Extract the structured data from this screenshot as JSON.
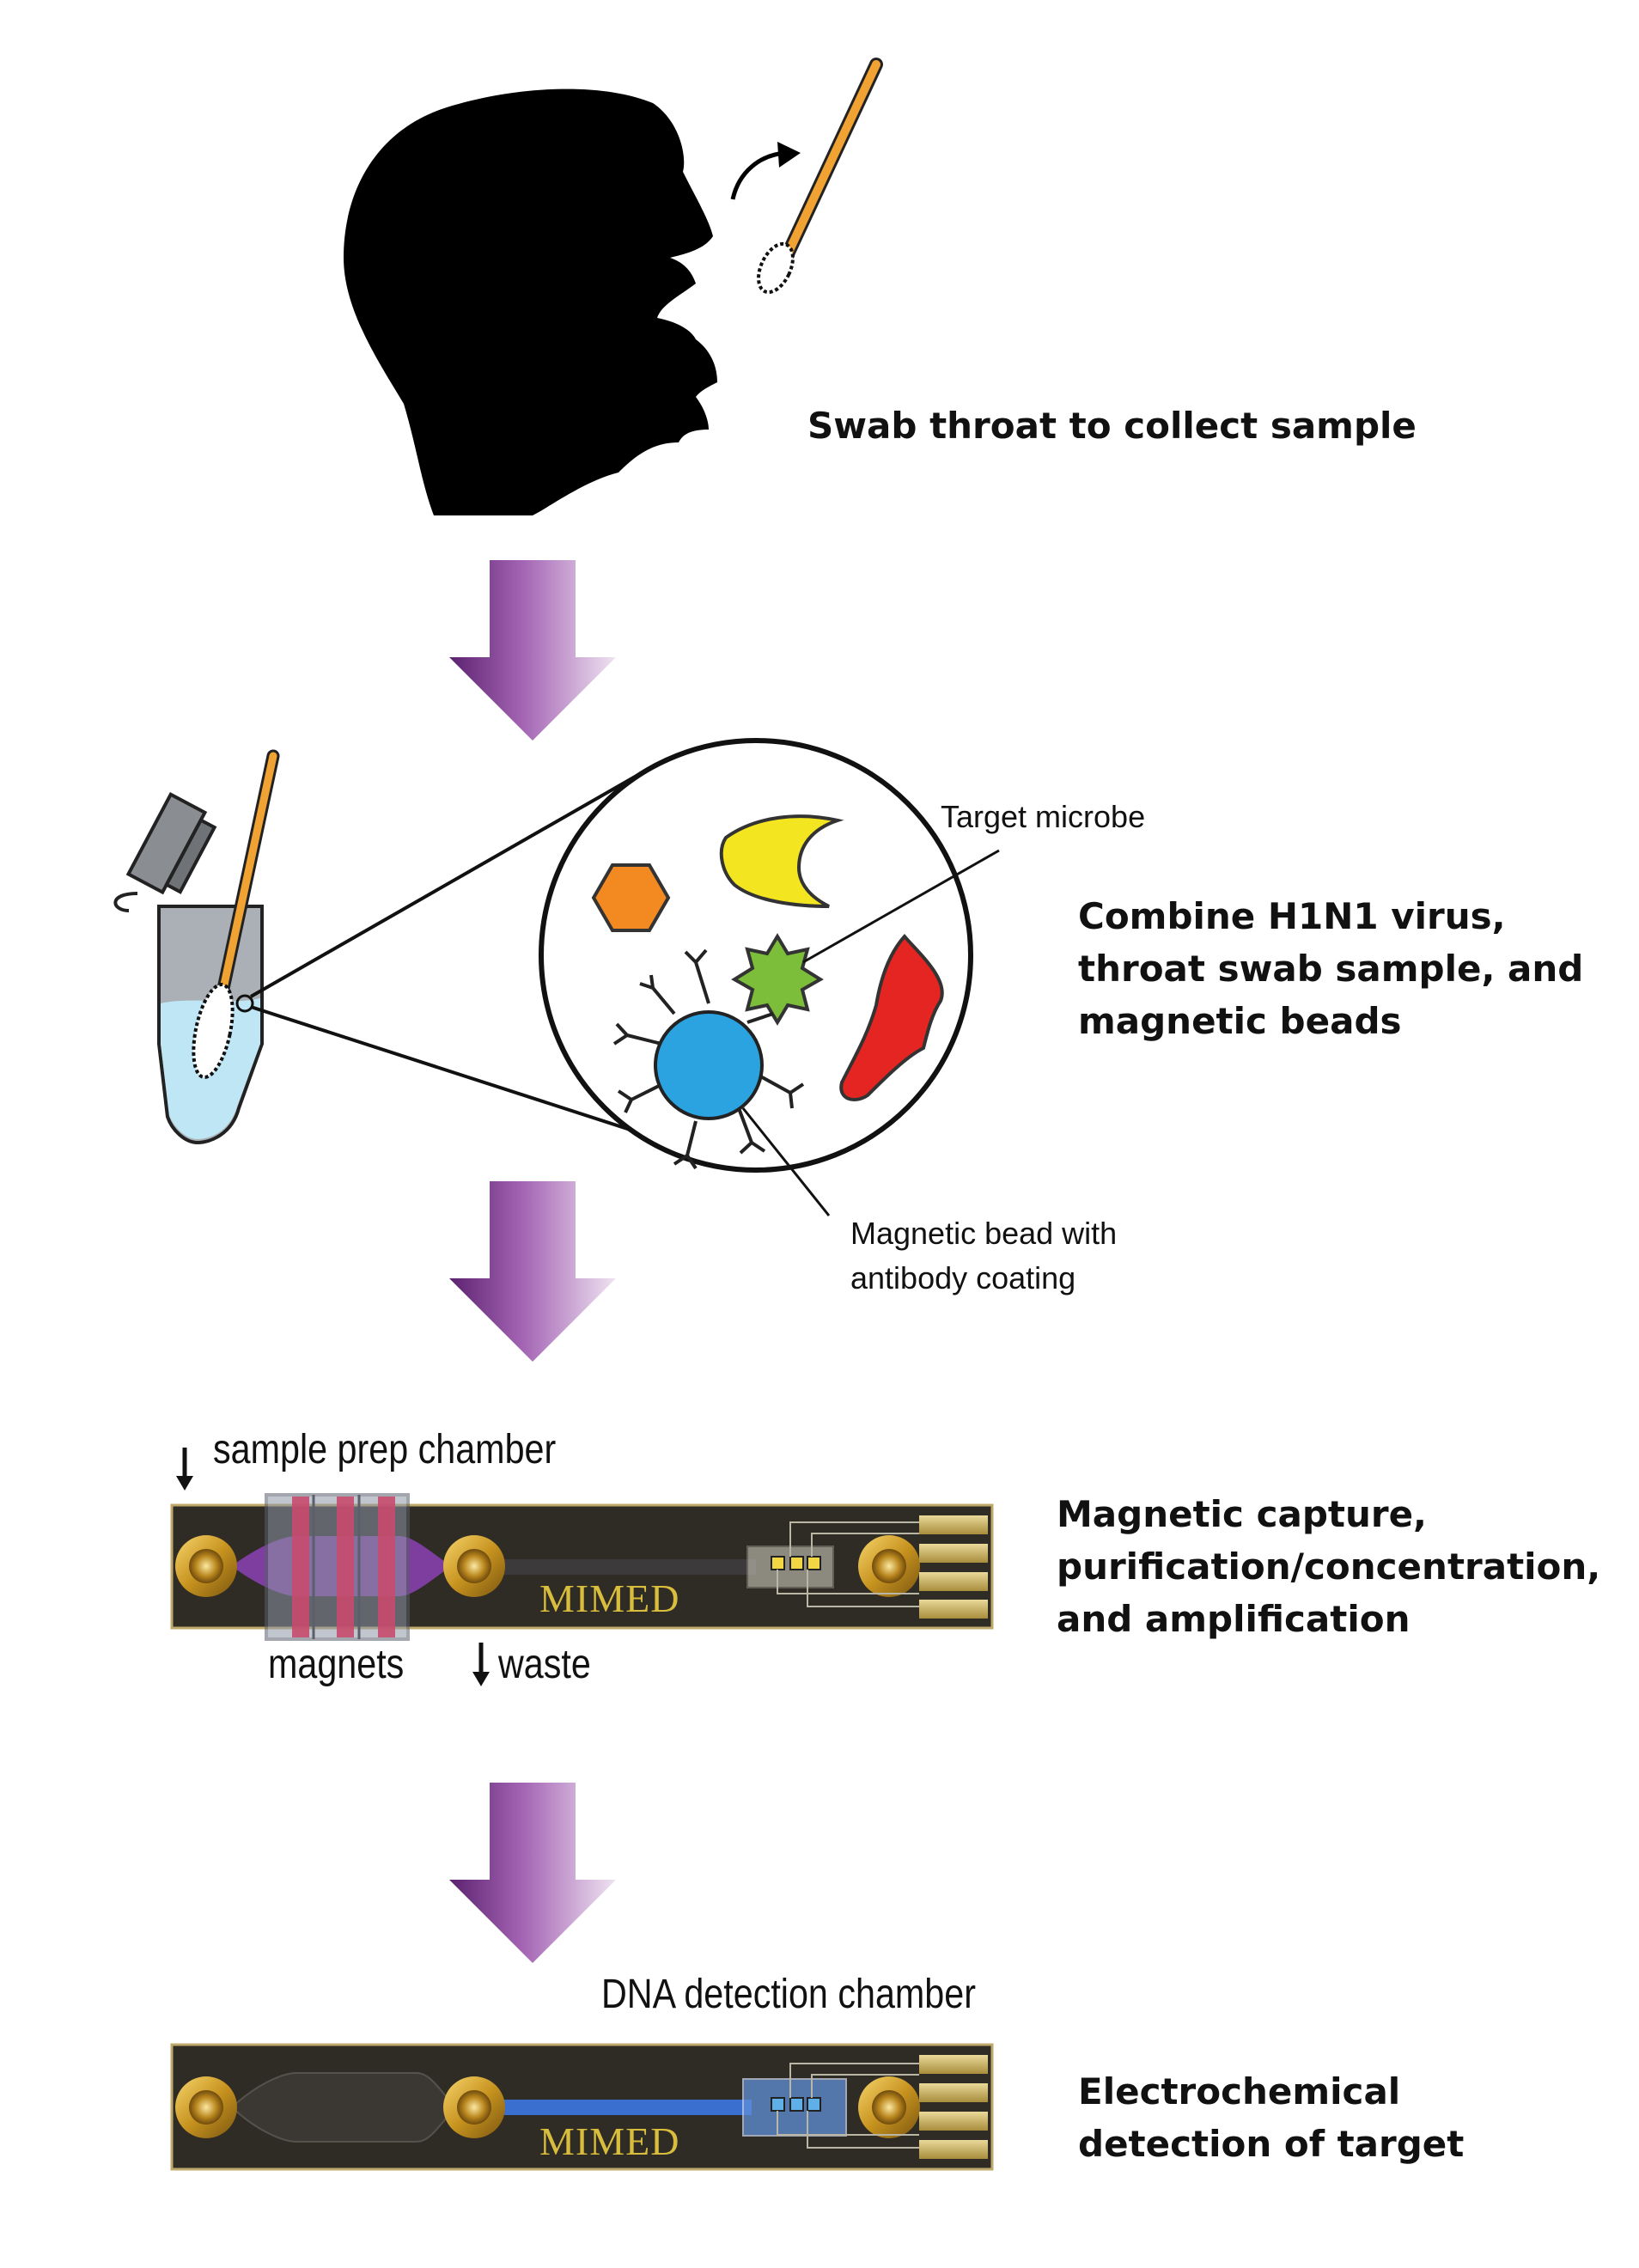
{
  "steps": [
    {
      "lines": [
        "Swab throat to collect sample"
      ]
    },
    {
      "lines": [
        "Combine H1N1 virus,",
        "throat swab sample, and",
        "magnetic beads"
      ]
    },
    {
      "lines": [
        "Magnetic capture,",
        "purification/concentration,",
        "and amplification"
      ]
    },
    {
      "lines": [
        "Electrochemical",
        "detection of target"
      ]
    }
  ],
  "callouts": {
    "target_microbe": "Target microbe",
    "magnetic_bead": [
      "Magnetic bead with",
      "antibody coating"
    ]
  },
  "chip_labels": {
    "sample_prep": "sample prep chamber",
    "magnets": "magnets",
    "waste": "waste",
    "dna_detection": "DNA detection chamber",
    "brand": "MIMED"
  },
  "icons": {
    "flow_arrow": "purple-down-arrow",
    "marker_arrow": "down-arrow-icon"
  },
  "colors": {
    "arrow_purple": "#8e4a9c",
    "swab_stick": "#f0a232",
    "liquid": "#bfe6f5",
    "bead": "#2ba3e0",
    "target_microbe": "#7cbd3a",
    "yellow_microbe": "#f3e621",
    "orange_microbe": "#f28a21",
    "red_microbe": "#e42521",
    "chip_body": "#2f2b25",
    "channel_purple": "#7e3ea0",
    "channel_blue": "#3a6fd0"
  }
}
